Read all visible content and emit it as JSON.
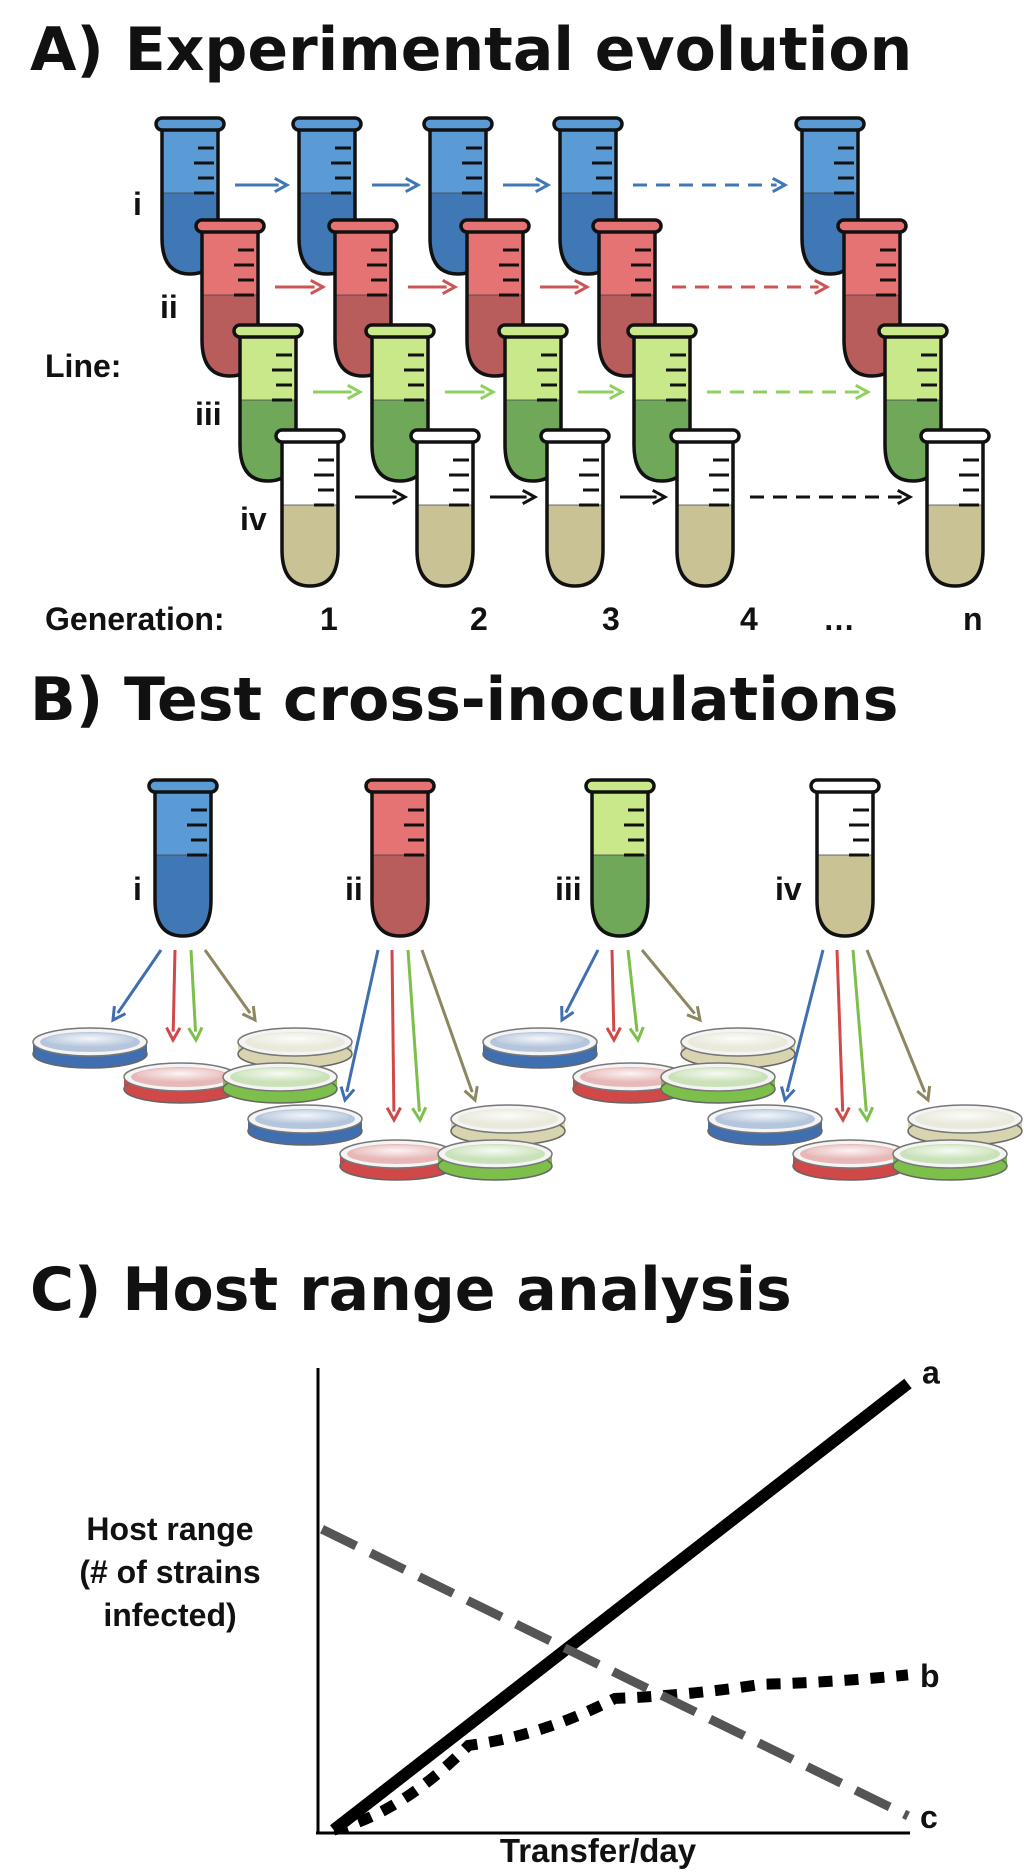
{
  "panels": {
    "a": {
      "title": "A) Experimental evolution"
    },
    "b": {
      "title": "B) Test cross-inoculations"
    },
    "c": {
      "title": "C) Host range analysis"
    }
  },
  "lines": {
    "label": "Line:",
    "items": [
      {
        "id": "i",
        "label": "i",
        "color": "#5b9bd5",
        "liquid": "#3f78b5"
      },
      {
        "id": "ii",
        "label": "ii",
        "color": "#e57373",
        "liquid": "#b85c5c"
      },
      {
        "id": "iii",
        "label": "iii",
        "color": "#c8e88a",
        "liquid": "#6fa858"
      },
      {
        "id": "iv",
        "label": "iv",
        "color": "#ffffff",
        "liquid": "#c8c294"
      }
    ]
  },
  "generations": {
    "label": "Generation:",
    "items": [
      "1",
      "2",
      "3",
      "4",
      "…",
      "n"
    ]
  },
  "plates": {
    "colors": [
      "#3f6fb0",
      "#d04848",
      "#7cbf4a",
      "#d8d4b0"
    ],
    "arrow_colors": [
      "#3f6fb0",
      "#d04848",
      "#7cbf4a",
      "#8c8760"
    ]
  },
  "chart_data": {
    "type": "line",
    "title": "",
    "xlabel": "Transfer/day",
    "ylabel": [
      "Host range",
      "(# of strains",
      "infected)"
    ],
    "xlim": [
      0,
      1
    ],
    "ylim": [
      0,
      1
    ],
    "series": [
      {
        "name": "a",
        "style": "solid",
        "color": "#000000",
        "x": [
          0.02,
          1.0
        ],
        "y": [
          0.0,
          0.95
        ]
      },
      {
        "name": "b",
        "style": "dotted",
        "color": "#000000",
        "x": [
          0.02,
          0.25,
          0.5,
          0.75,
          1.0
        ],
        "y": [
          0.0,
          0.18,
          0.28,
          0.31,
          0.33
        ]
      },
      {
        "name": "c",
        "style": "dashed",
        "color": "#555555",
        "x": [
          0.0,
          1.0
        ],
        "y": [
          0.64,
          0.03
        ]
      }
    ]
  }
}
